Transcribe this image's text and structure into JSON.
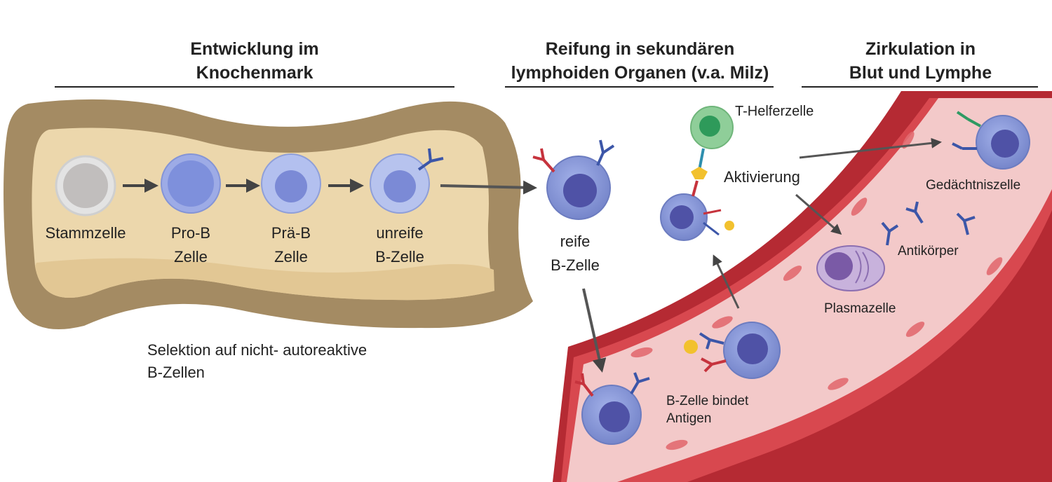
{
  "headings": {
    "marrow": "Entwicklung im\nKnochenmark",
    "maturation": "Reifung in sekundären\nlymphoiden Organen (v.a. Milz)",
    "circulation": "Zirkulation in\nBlut und Lymphe"
  },
  "marrow_cells": [
    {
      "name": "Stammzelle"
    },
    {
      "name": "Pro-B\nZelle"
    },
    {
      "name": "Prä-B\nZelle"
    },
    {
      "name": "unreife\nB-Zelle"
    }
  ],
  "selection_note": "Selektion auf nicht- autoreaktive\nB-Zellen",
  "mature_cell": "reife\nB-Zelle",
  "t_helper": "T-Helferzelle",
  "activation": "Aktivierung",
  "memory_cell": "Gedächtniszelle",
  "antibodies": "Antikörper",
  "plasma_cell": "Plasmazelle",
  "binding": "B-Zelle bindet\nAntigen",
  "colors": {
    "bone": "#a48b63",
    "marrow": "#ecd7ac",
    "vessel_wall": "#b52a33",
    "vessel_lumen": "#f3c9c9",
    "b_cell": "#8494d6",
    "nucleus": "#4f52a6",
    "t_cell": "#8fce99",
    "antigen": "#f2c12e",
    "antibody_blue": "#3c56a8",
    "antibody_red": "#c6333d",
    "antibody_green": "#2e9a63"
  }
}
